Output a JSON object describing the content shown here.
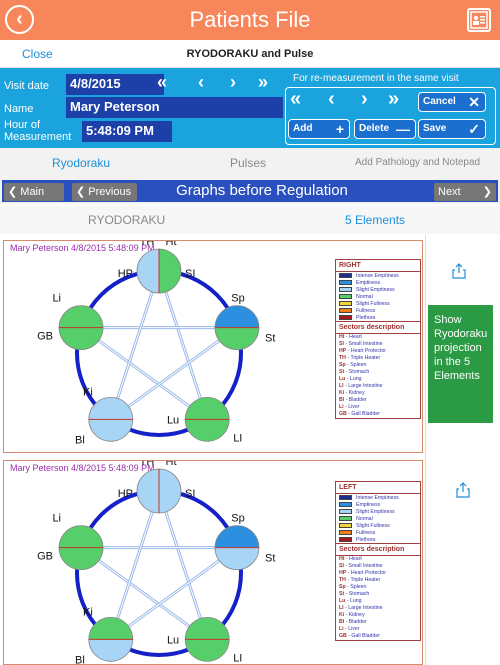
{
  "header": {
    "title": "Patients File"
  },
  "subheader": {
    "close_label": "Close",
    "title": "RYODORAKU and Pulse"
  },
  "form": {
    "visit_date_label": "Visit date",
    "visit_date": "4/8/2015",
    "name_label": "Name",
    "name": "Mary Peterson",
    "hour_label_line1": "Hour of",
    "hour_label_line2": "Measurement",
    "hour": "5:48:09 PM",
    "remeasure_hint": "For re-measurement in the same visit",
    "buttons": {
      "add": "Add",
      "delete": "Delete",
      "save": "Save",
      "cancel": "Cancel"
    }
  },
  "tabs": {
    "ryodoraku": "Ryodoraku",
    "pulses": "Pulses",
    "pathology": "Add Pathology and Notepad"
  },
  "graphbar": {
    "main": "Main",
    "previous": "Previous",
    "title": "Graphs before Regulation",
    "next": "Next"
  },
  "subtabs": {
    "ryodoraku": "RYODORAKU",
    "elements": "5 Elements"
  },
  "side": {
    "show_button": "Show Ryodoraku projection in the 5 Elements"
  },
  "panels": [
    {
      "title": "Mary  Peterson  4/8/2015  5:48:09 PM",
      "side": "RIGHT",
      "nodes": {
        "top": {
          "left": "TH",
          "right": "Ht",
          "inner_left": "HP",
          "inner_right": "SI",
          "fill_left": "#a8d4f5",
          "fill_right": "#56cf6a"
        },
        "right": {
          "top": "Sp",
          "bottom": "St",
          "fill_top": "#2d8fe0",
          "fill_bottom": "#56cf6a"
        },
        "bottom_right": {
          "top": "Lu",
          "bottom": "LI",
          "fill_top": "#56cf6a",
          "fill_bottom": "#56cf6a"
        },
        "bottom_left": {
          "top": "Ki",
          "bottom": "Bl",
          "fill_top": "#a8d4f5",
          "fill_bottom": "#a8d4f5"
        },
        "left": {
          "top": "Li",
          "bottom": "GB",
          "fill_top": "#56cf6a",
          "fill_bottom": "#56cf6a"
        }
      }
    },
    {
      "title": "Mary  Peterson  4/8/2015  5:48:09 PM",
      "side": "LEFT",
      "nodes": {
        "top": {
          "left": "TH",
          "right": "Ht",
          "inner_left": "HP",
          "inner_right": "SI",
          "fill_left": "#a8d4f5",
          "fill_right": "#a8d4f5"
        },
        "right": {
          "top": "Sp",
          "bottom": "St",
          "fill_top": "#2d8fe0",
          "fill_bottom": "#a8d4f5"
        },
        "bottom_right": {
          "top": "Lu",
          "bottom": "LI",
          "fill_top": "#56cf6a",
          "fill_bottom": "#56cf6a"
        },
        "bottom_left": {
          "top": "Ki",
          "bottom": "Bl",
          "fill_top": "#56cf6a",
          "fill_bottom": "#a8d4f5"
        },
        "left": {
          "top": "Li",
          "bottom": "GB",
          "fill_top": "#56cf6a",
          "fill_bottom": "#56cf6a"
        }
      }
    }
  ],
  "legend": {
    "entries": [
      {
        "label": "Intense Emptiness",
        "color": "#1f2e8a"
      },
      {
        "label": "Emptiness",
        "color": "#2d8fe0"
      },
      {
        "label": "Slight Emptiness",
        "color": "#a8d4f5"
      },
      {
        "label": "Normal",
        "color": "#56cf6a"
      },
      {
        "label": "Slight Fullness",
        "color": "#f0d53a"
      },
      {
        "label": "Fullness",
        "color": "#ef7f1a"
      },
      {
        "label": "Plethora",
        "color": "#a31a1a"
      }
    ],
    "sectors_title": "Sectors description",
    "sectors": [
      {
        "code": "Ht",
        "desc": "- Heart"
      },
      {
        "code": "SI",
        "desc": "- Small Intestine"
      },
      {
        "code": "HP",
        "desc": "- Heart Protector"
      },
      {
        "code": "TH",
        "desc": "- Triple Heater"
      },
      {
        "code": "Sp",
        "desc": "- Spleen"
      },
      {
        "code": "St",
        "desc": "- Stomach"
      },
      {
        "code": "Lu",
        "desc": "- Lung"
      },
      {
        "code": "LI",
        "desc": "- Large Intestine"
      },
      {
        "code": "Ki",
        "desc": "- Kidney"
      },
      {
        "code": "Bl",
        "desc": "- Bladder"
      },
      {
        "code": "Li",
        "desc": "- Liver"
      },
      {
        "code": "GB",
        "desc": "- Gall Bladder"
      }
    ]
  },
  "icons": {
    "back": "chevron-left-icon",
    "file": "patient-file-icon",
    "share": "share-icon"
  }
}
